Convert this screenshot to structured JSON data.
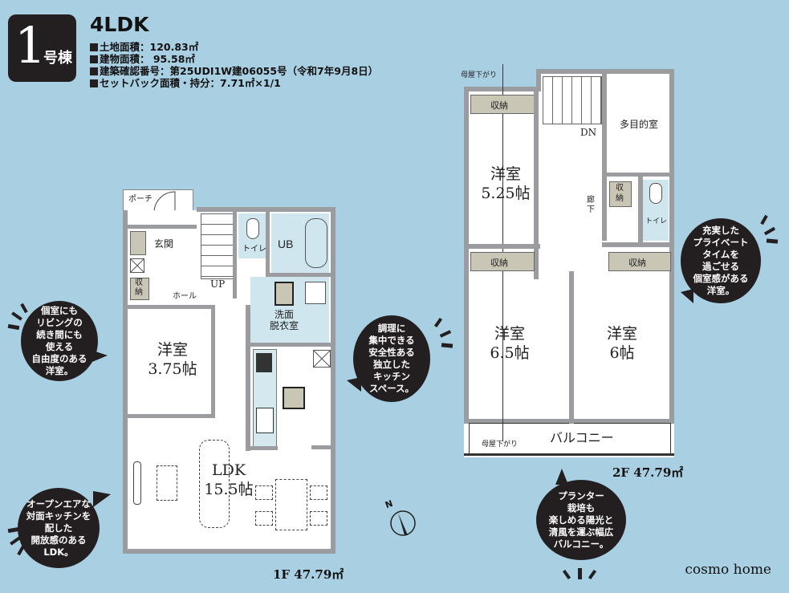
{
  "header": {
    "building_number": "1",
    "building_suffix": "号棟",
    "layout": "4LDK",
    "specs": [
      "土地面積：120.83㎡",
      "建物面積：  95.58㎡",
      "建築確認番号：第25UDI1W建06055号（令和7年9月8日）",
      "セットバック面積・持分：7.71㎡×1/1"
    ]
  },
  "floor1": {
    "area_label": "1F 47.79㎡",
    "rooms": {
      "porch": "ポーチ",
      "entrance": "玄関",
      "toilet": "トイレ",
      "bath": "UB",
      "hall": "ホール",
      "stairs": "UP",
      "washroom": "洗面\n脱衣室",
      "storage": "収\n納",
      "western_room": "洋室",
      "western_room_size": "3.75帖",
      "ldk": "LDK",
      "ldk_size": "15.5帖"
    }
  },
  "floor2": {
    "area_label": "2F 47.79㎡",
    "rooms": {
      "roof_note_top": "母屋下がり",
      "roof_note_bottom": "母屋下がり",
      "stairs": "DN",
      "multipurpose": "多目的室",
      "corridor": "廊\n下",
      "toilet": "トイレ",
      "storage_label": "収納",
      "storage_small": "収\n納",
      "room1": "洋室",
      "room1_size": "5.25帖",
      "room2": "洋室",
      "room2_size": "6.5帖",
      "room3": "洋室",
      "room3_size": "6帖",
      "balcony": "バルコニー"
    }
  },
  "compass": {
    "label": "N"
  },
  "bubbles": [
    {
      "id": "left-upper",
      "text": "個室にも\nリビングの\n続き間にも\n使える\n自由度のある\n洋室。"
    },
    {
      "id": "left-lower",
      "text": "オープンエアな\n対面キッチンを\n配した\n開放感のある\nLDK。"
    },
    {
      "id": "center",
      "text": "調理に\n集中できる\n安全性ある\n独立した\nキッチン\nスペース。"
    },
    {
      "id": "right",
      "text": "充実した\nプライベート\nタイムを\n過ごせる\n個室感がある\n洋室。"
    },
    {
      "id": "bottom",
      "text": "プランター\n栽培も\n楽しめる陽光と\n清風を運ぶ幅広\nバルコニー。"
    }
  ],
  "brand": "cosmo home",
  "colors": {
    "background": "#a9cfe2",
    "wall": "#9a9c9f",
    "bubble": "#231f20",
    "wet_area": "#cfe6ee"
  }
}
